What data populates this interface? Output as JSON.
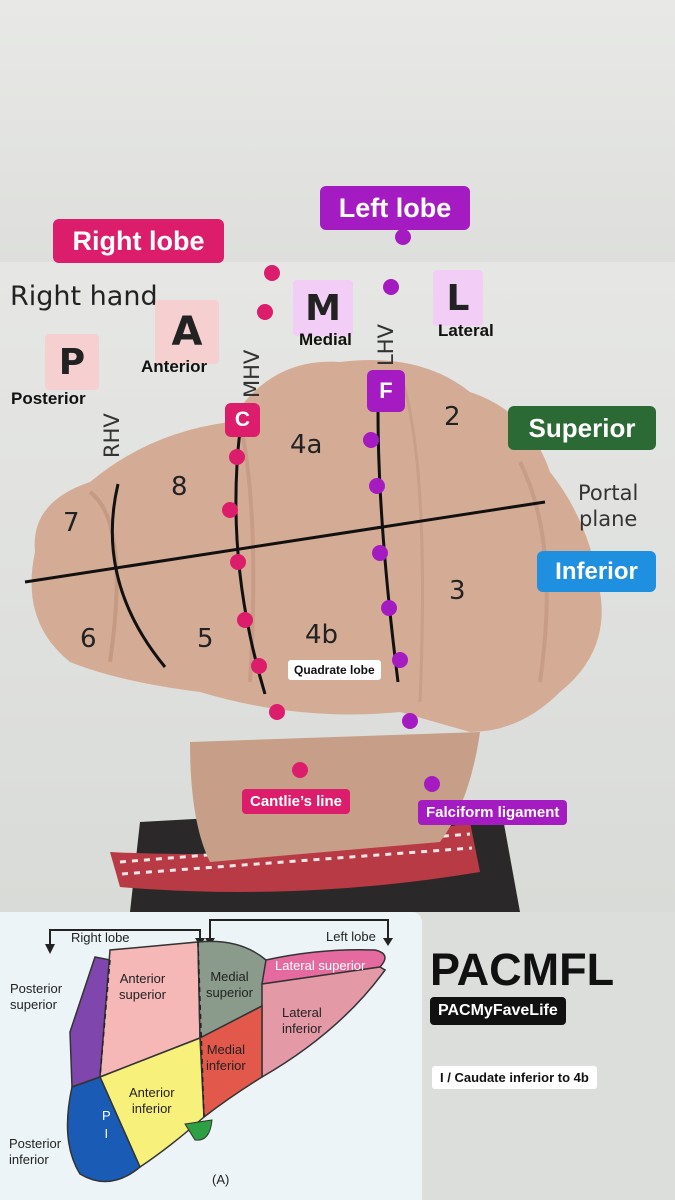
{
  "header": {
    "left_lobe": "Left lobe",
    "right_lobe": "Right lobe"
  },
  "colors": {
    "pink": "#dc1d6b",
    "purple": "#a51bc2",
    "superior_green": "#2b6a34",
    "inferior_blue": "#1f8fe0",
    "light_pink_box": "#f7cfe0",
    "lavender_box": "#f2cdf6",
    "peach_box": "#f6d0d0"
  },
  "photo": {
    "right_hand": "Right hand",
    "letters": {
      "P": {
        "letter": "P",
        "label": "Posterior"
      },
      "A": {
        "letter": "A",
        "label": "Anterior"
      },
      "M": {
        "letter": "M",
        "label": "Medial"
      },
      "L": {
        "letter": "L",
        "label": "Lateral"
      }
    },
    "veins": {
      "rhv": "RHV",
      "mhv": "MHV",
      "lhv": "LHV"
    },
    "markers": {
      "c": "C",
      "f": "F"
    },
    "segments": {
      "s2": "2",
      "s3": "3",
      "s4a": "4a",
      "s4b": "4b",
      "s5": "5",
      "s6": "6",
      "s7": "7",
      "s8": "8"
    },
    "portal_plane": {
      "line1": "Portal",
      "line2": "plane"
    },
    "superior": "Superior",
    "inferior": "Inferior",
    "quadrate_lobe": "Quadrate lobe",
    "cantlies_line": "Cantlie’s line",
    "falciform_ligament": "Falciform ligament"
  },
  "liver_diagram": {
    "right_lobe": "Right lobe",
    "left_lobe": "Left lobe",
    "posterior_superior": [
      "Posterior",
      "superior"
    ],
    "anterior_superior": [
      "Anterior",
      "superior"
    ],
    "medial_superior": [
      "Medial",
      "superior"
    ],
    "lateral_superior": "Lateral superior",
    "lateral_inferior": [
      "Lateral",
      "inferior"
    ],
    "medial_inferior": [
      "Medial",
      "inferior"
    ],
    "anterior_inferior": [
      "Anterior",
      "inferior"
    ],
    "pi": [
      "P",
      "I"
    ],
    "posterior_inferior": [
      "Posterior",
      "inferior"
    ],
    "figure_label": "(A)"
  },
  "mnemonic": {
    "title": "PACMFL",
    "subtitle": "PACMyFaveLife",
    "note": "I / Caudate inferior to 4b"
  }
}
